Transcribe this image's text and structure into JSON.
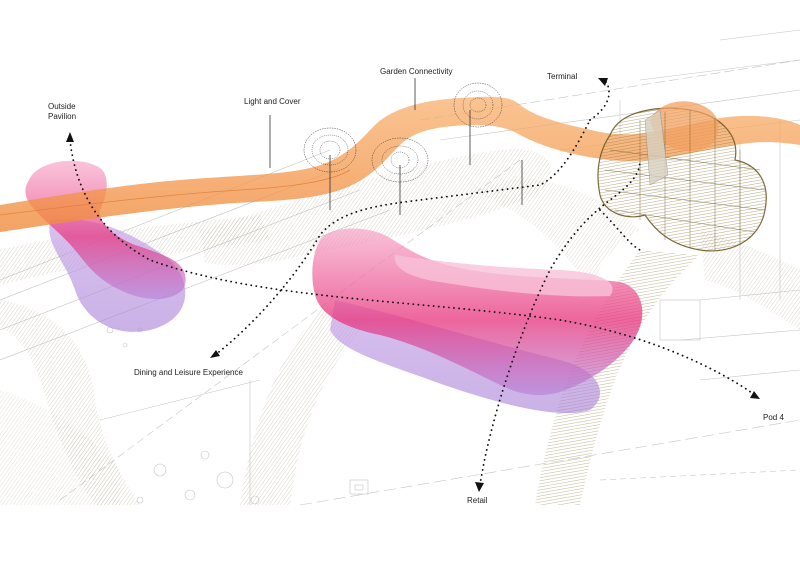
{
  "diagram": {
    "labels": {
      "outside_pavilion": [
        "Outside",
        "Pavilion"
      ],
      "light_and_cover": "Light and Cover",
      "garden_connectivity": "Garden Connectivity",
      "terminal": "Terminal",
      "dining_and_leisure": "Dining and Leisure Experience",
      "pod_4": "Pod 4",
      "retail": "Retail"
    },
    "colors": {
      "canopy_orange": "#f39a52",
      "pod_pink": "#e8367e",
      "pod_violet": "#a77fd6",
      "structure_beige": "#cbbfa8",
      "terminal_olive": "#8a7436",
      "linework_gray": "#b8b8b8",
      "path_dots": "#111111",
      "tree_ink": "#333333"
    },
    "icons": [
      "tree-icon",
      "arrowhead-icon"
    ]
  }
}
